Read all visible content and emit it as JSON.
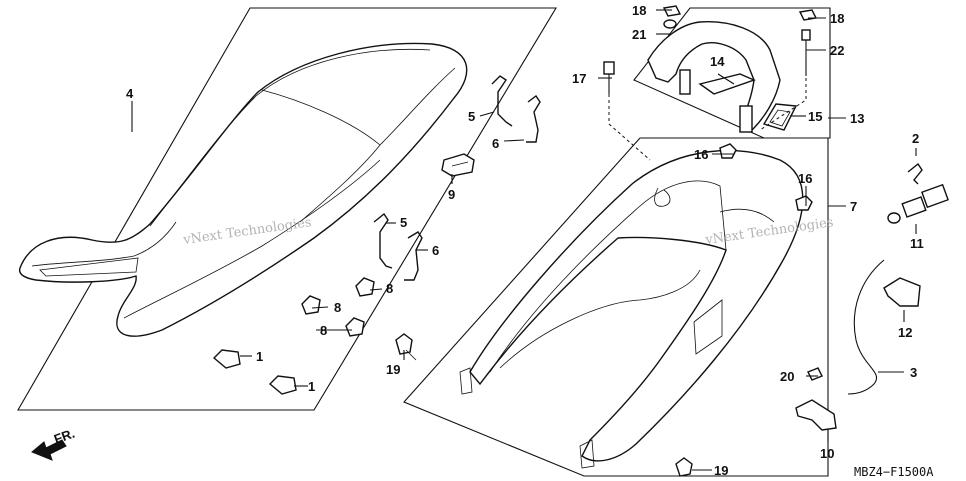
{
  "diagram": {
    "code": "MBZ4−F1500A",
    "direction_label": "FR.",
    "watermarks": [
      "vNext Technologies",
      "vNext Technologies"
    ]
  },
  "callouts": {
    "c1a": "1",
    "c1b": "1",
    "c2": "2",
    "c3": "3",
    "c4": "4",
    "c5a": "5",
    "c5b": "5",
    "c6a": "6",
    "c6b": "6",
    "c7": "7",
    "c8a": "8",
    "c8b": "8",
    "c8c": "8",
    "c9": "9",
    "c10": "10",
    "c11": "11",
    "c12": "12",
    "c13": "13",
    "c14": "14",
    "c15": "15",
    "c16a": "16",
    "c16b": "16",
    "c17": "17",
    "c18a": "18",
    "c18b": "18",
    "c19a": "19",
    "c19b": "19",
    "c20": "20",
    "c21": "21",
    "c22": "22"
  }
}
